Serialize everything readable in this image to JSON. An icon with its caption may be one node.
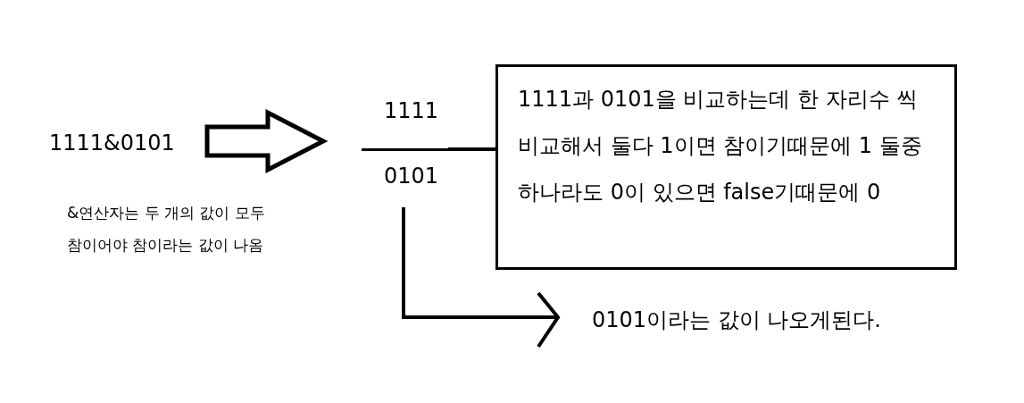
{
  "diagram": {
    "nodes": [
      {
        "text": [
          "1111&0101"
        ]
      },
      {
        "text": [
          "1111",
          "0101"
        ]
      },
      {
        "text": [
          "1111과 0101을 비교하는데 한 자리수 씩 비교해서 둘다 1이면 참이기때문에 1 둘중 하나라도 0이 있으면 false기때문에 0"
        ]
      },
      {
        "text": [
          "0101이라는 값이 나오게된다."
        ]
      }
    ],
    "edges": [
      {
        "from": 0,
        "to": 1,
        "arrow": "to",
        "style": "thick"
      },
      {
        "from": 1,
        "to": 2,
        "arrow": "none"
      },
      {
        "from": 1,
        "to": 3,
        "arrow": "to"
      }
    ],
    "labels": [
      "&연산자는 두 개의 값이 모두 참이어야 참이라는 값이 나옴"
    ]
  }
}
